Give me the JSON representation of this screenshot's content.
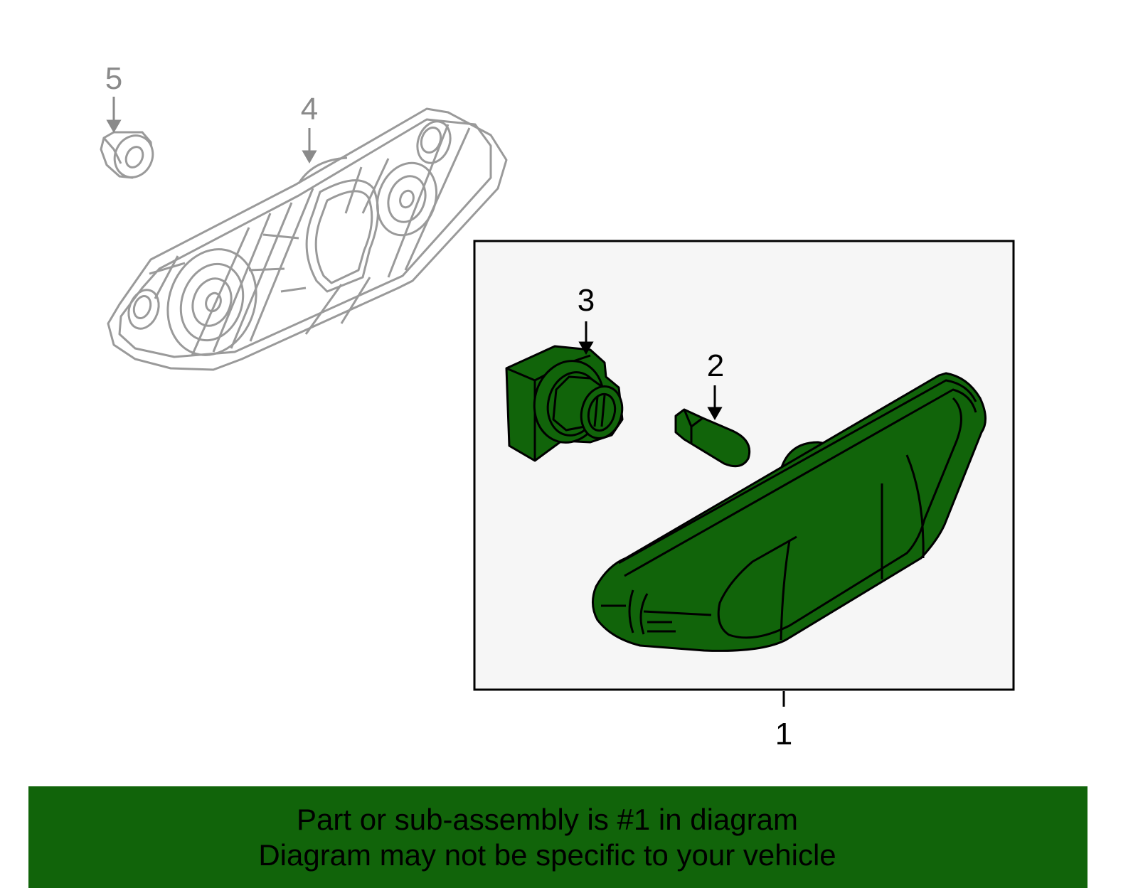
{
  "diagram": {
    "callouts": {
      "part_1": "1",
      "part_2": "2",
      "part_3": "3",
      "part_4": "4",
      "part_5": "5"
    }
  },
  "banner": {
    "line1": "Part or sub-assembly is #1 in diagram",
    "line2": "Diagram may not be specific to your vehicle"
  },
  "colors": {
    "highlight_part": "#11640a",
    "banner_background": "#11640a",
    "ghost_part_stroke": "#9a9a9a",
    "highlight_box_fill": "#f6f6f6",
    "outline": "#000000"
  }
}
